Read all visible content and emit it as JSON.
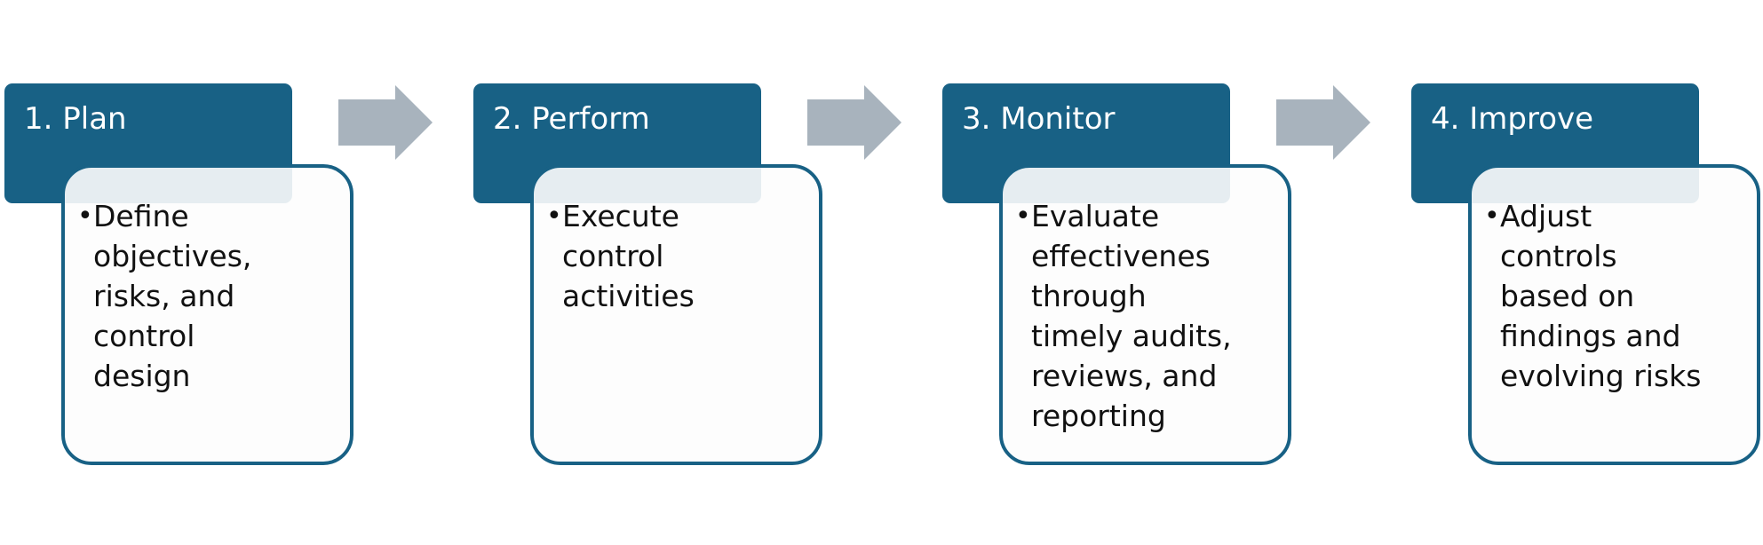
{
  "colors": {
    "header_fill": "#186185",
    "card_border": "#186185",
    "card_fill": "#fdfdfd",
    "arrow_fill": "#a8b3bd"
  },
  "steps": [
    {
      "title": "1. Plan",
      "bullet": "Define\nobjectives,\nrisks, and\ncontrol\ndesign"
    },
    {
      "title": "2. Perform",
      "bullet": "Execute\ncontrol\nactivities"
    },
    {
      "title": "3. Monitor",
      "bullet": "Evaluate\neffectivenes\nthrough\ntimely audits,\nreviews, and\nreporting"
    },
    {
      "title": "4. Improve",
      "bullet": "Adjust\ncontrols\nbased on\nfindings and\nevolving risks"
    }
  ],
  "connector_icon": "right-arrow-icon"
}
